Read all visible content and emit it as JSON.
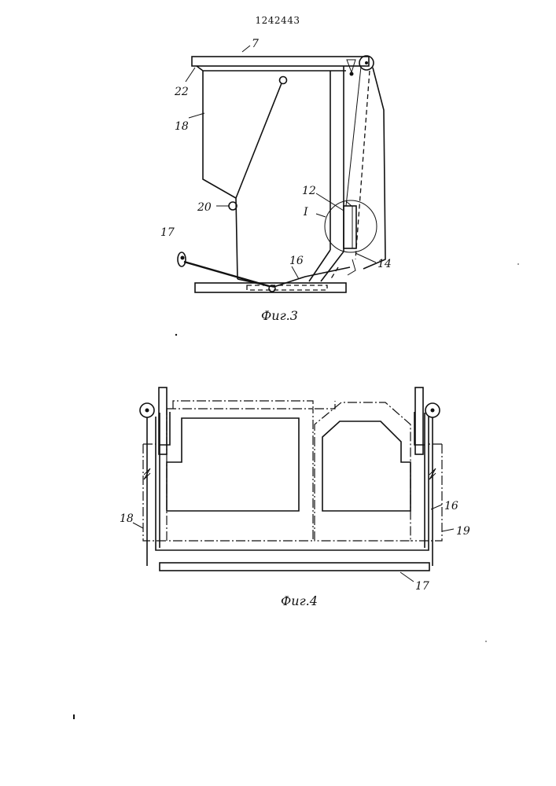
{
  "document_number": "1242443",
  "fig3": {
    "caption": "Фиг.3",
    "labels": {
      "l7": "7",
      "l22": "22",
      "l18": "18",
      "l12": "12",
      "lI": "I",
      "l20": "20",
      "l17": "17",
      "l16": "16",
      "l14": "14"
    }
  },
  "fig4": {
    "caption": "Фиг.4",
    "labels": {
      "l18": "18",
      "l16": "16",
      "l19": "19",
      "l17": "17"
    }
  }
}
